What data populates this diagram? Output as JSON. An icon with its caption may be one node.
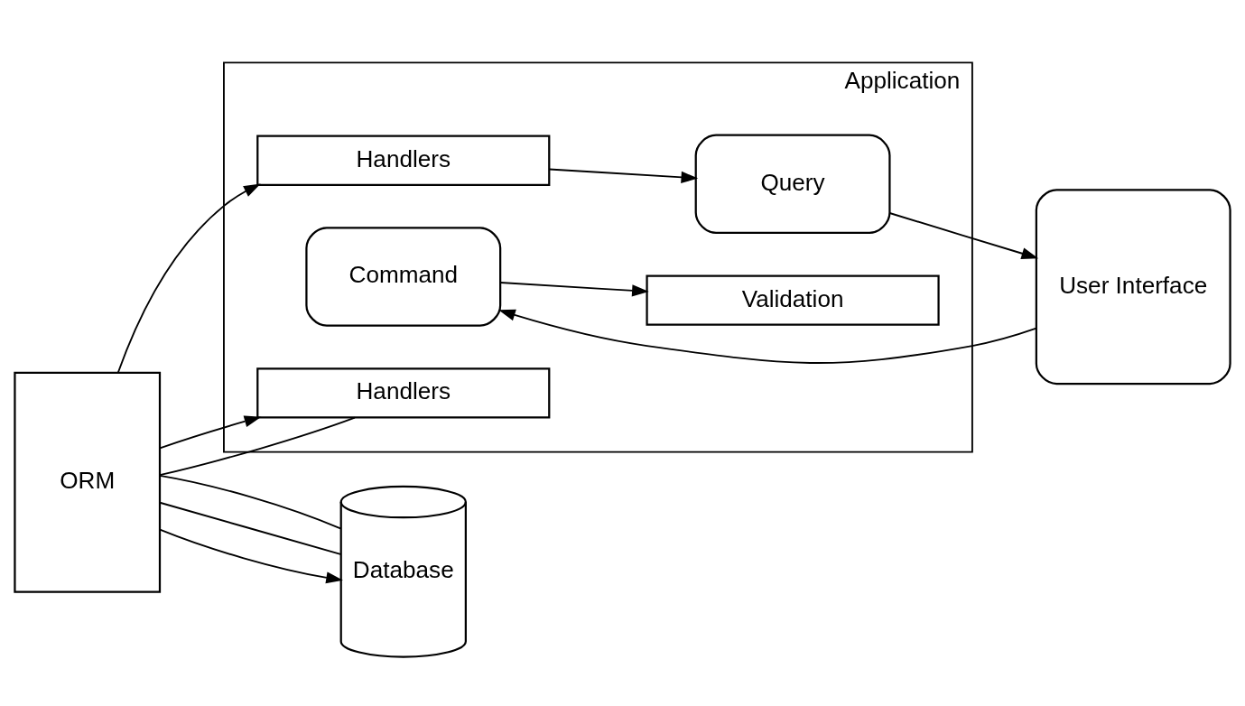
{
  "diagram": {
    "nodes": [
      {
        "text": [
          "User Interface"
        ]
      },
      {
        "text": [
          "Application"
        ]
      },
      {
        "text": [
          "Command"
        ],
        "in": 1
      },
      {
        "text": [
          "Validation"
        ],
        "in": 1
      },
      {
        "text": [
          "Handlers"
        ],
        "in": 1
      },
      {
        "text": [
          "Handlers"
        ],
        "in": 1
      },
      {
        "text": [
          "Query"
        ],
        "in": 1
      },
      {
        "text": [
          "ORM"
        ]
      },
      {
        "text": [
          "Database"
        ]
      }
    ],
    "edges": [
      {
        "from": 0,
        "to": 2,
        "arrow": "to"
      },
      {
        "from": 2,
        "to": 3,
        "arrow": "to"
      },
      {
        "from": 4,
        "to": 7,
        "arrow": "none"
      },
      {
        "from": 7,
        "to": 4,
        "arrow": "to"
      },
      {
        "from": 7,
        "to": 5,
        "arrow": "to"
      },
      {
        "from": 5,
        "to": 6,
        "arrow": "to"
      },
      {
        "from": 6,
        "to": 0,
        "arrow": "to"
      },
      {
        "from": 7,
        "to": 8,
        "arrow": "to"
      },
      {
        "from": 7,
        "to": 8,
        "arrow": "none"
      },
      {
        "from": 7,
        "to": 8,
        "arrow": "none"
      }
    ]
  }
}
